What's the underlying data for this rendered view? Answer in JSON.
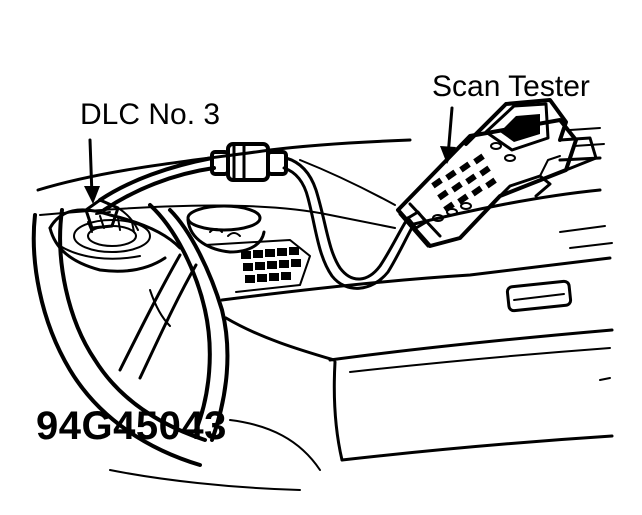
{
  "labels": {
    "dlc": "DLC No. 3",
    "scan_tester": "Scan Tester",
    "figure_code": "94G45043"
  },
  "colors": {
    "ink": "#000000",
    "paper": "#ffffff"
  }
}
